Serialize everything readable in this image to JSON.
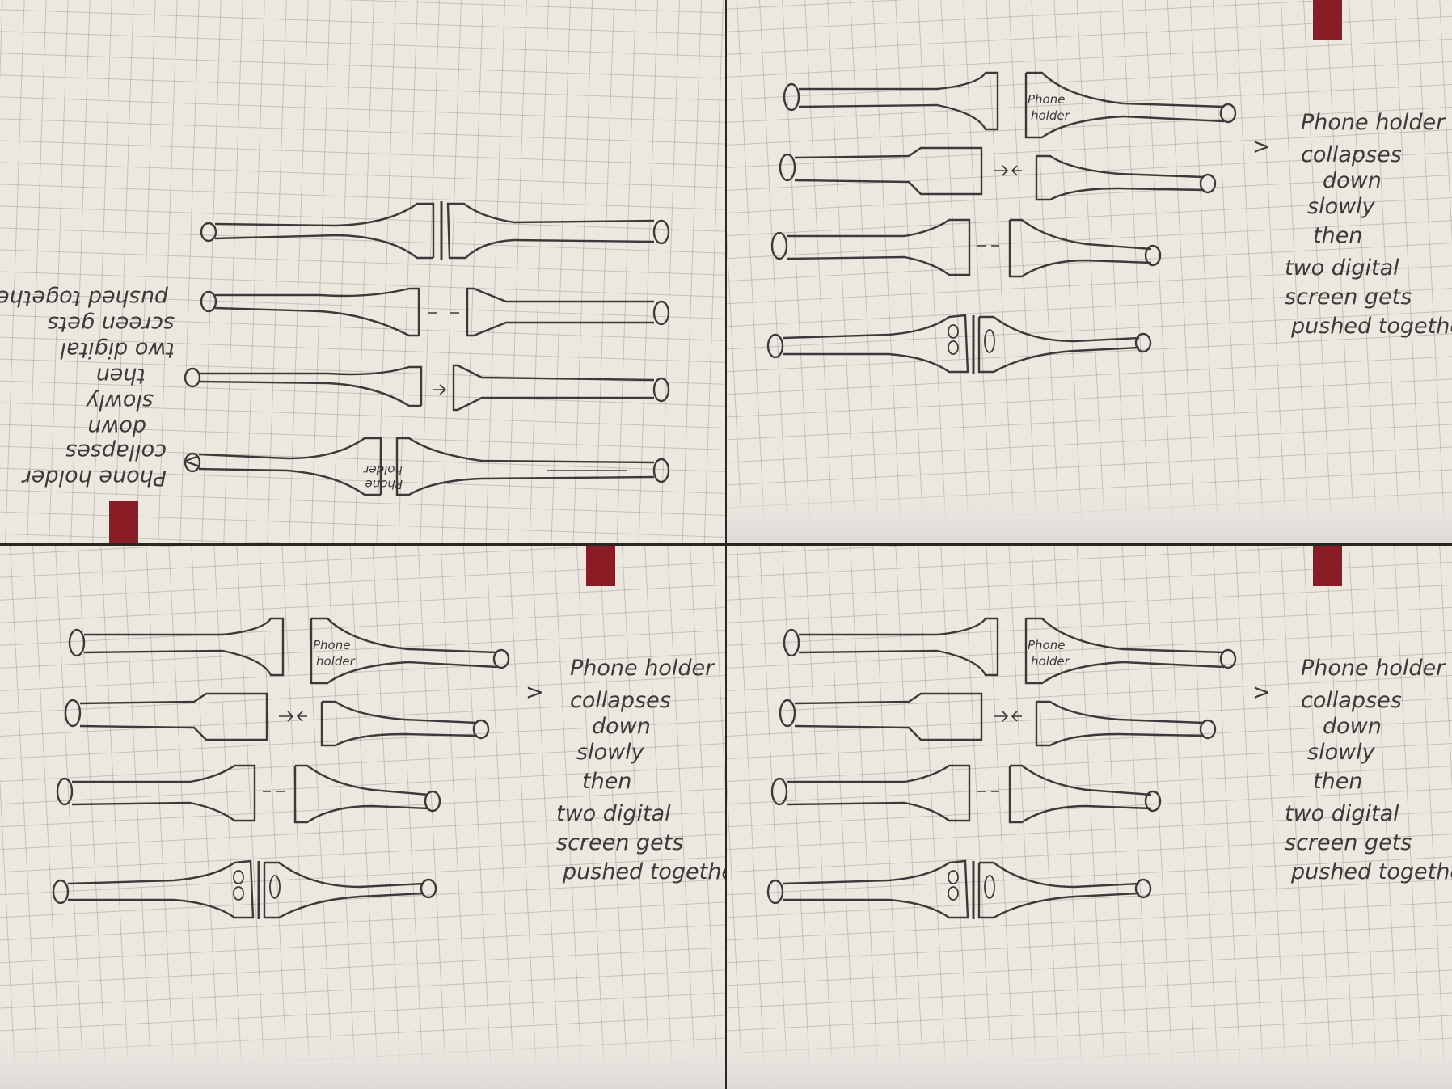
{
  "image": {
    "description_panels": 4,
    "colors": {
      "paper": "#ece8df",
      "grid_line": "#8a8a90",
      "pencil": "#3a3a3a",
      "ribbon": "#8a1c26",
      "backdrop": "#2a2623"
    }
  },
  "sketch": {
    "label_holder": [
      "Phone",
      "holder"
    ],
    "arrow_mark": ">",
    "note_lines": [
      "Phone holder",
      "collapses",
      "down",
      "slowly",
      "then",
      "two digital",
      "screen gets",
      "pushed together"
    ]
  },
  "panels": [
    {
      "id": "top-left",
      "orientation": "upside-down"
    },
    {
      "id": "top-right",
      "orientation": "upright"
    },
    {
      "id": "bottom-left",
      "orientation": "upright"
    },
    {
      "id": "bottom-right",
      "orientation": "upright"
    }
  ]
}
